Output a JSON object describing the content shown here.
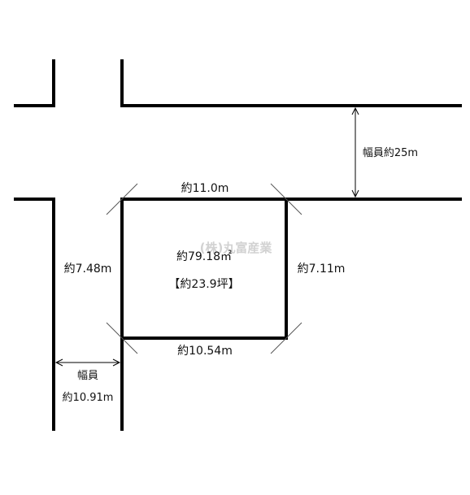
{
  "labels": {
    "top_edge": "約11.0m",
    "bottom_edge": "約10.54m",
    "left_edge": "約7.48m",
    "right_edge": "約7.11m",
    "area_m2": "約79.18㎡",
    "area_tsubo": "【約23.9坪】",
    "road_right_width": "幅員約25m",
    "road_left_width_title": "幅員",
    "road_left_width_value": "約10.91m"
  },
  "watermark": "(株)丸富産業",
  "colors": {
    "line": "#000000",
    "thin_line": "#555555",
    "watermark": "#d2d2d2"
  }
}
